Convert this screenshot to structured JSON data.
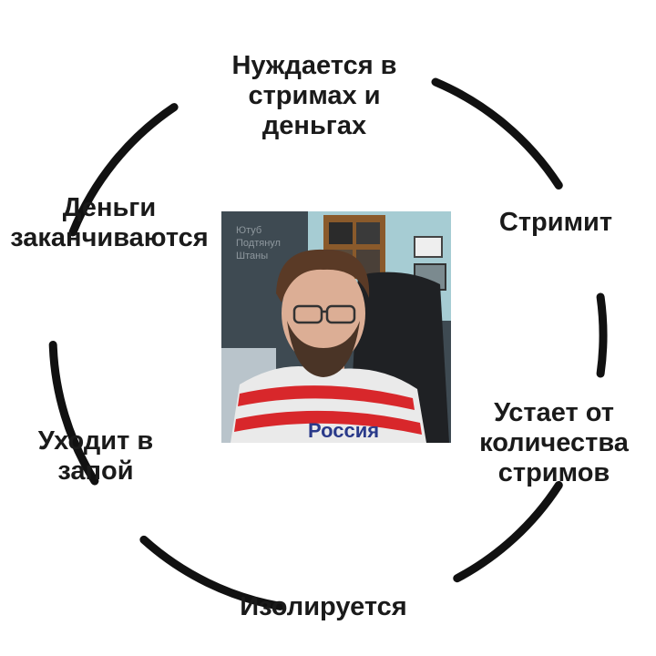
{
  "diagram": {
    "steps": [
      "Нуждается в\nстримах и\nденьгах",
      "Стримит",
      "Устает от\nколичества\nстримов",
      "Изолируется",
      "Уходит в\nзапой",
      "Деньги\nзаканчиваются"
    ],
    "center_image": {
      "watermark": [
        "Ютуб",
        "Подтянул",
        "Штаны"
      ],
      "shirt_text": "Россия"
    }
  },
  "colors": {
    "arc": "#111111",
    "text": "#1a1a1a",
    "shirt_red": "#d8272b",
    "wall": "#9fc7cf",
    "chair": "#1d1f22"
  }
}
